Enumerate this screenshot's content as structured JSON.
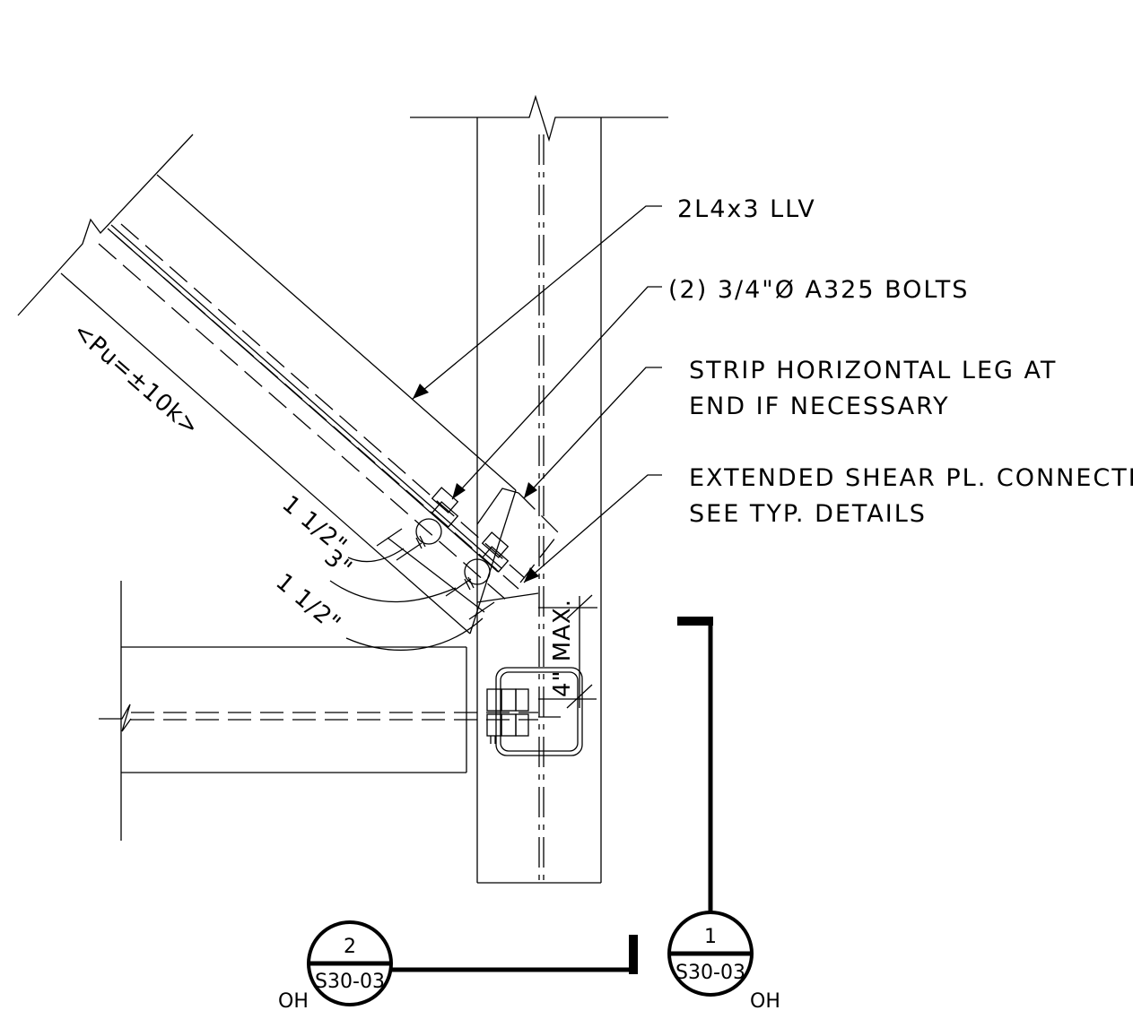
{
  "notes": {
    "brace_size": "2L4x3 LLV",
    "bolts": "(2) 3/4\"Ø A325 BOLTS",
    "strip_line1": "STRIP HORIZONTAL LEG AT",
    "strip_line2": "END IF NECESSARY",
    "shear_line1": "EXTENDED SHEAR PL. CONNECTION",
    "shear_line2": "SEE TYP. DETAILS"
  },
  "brace_force": "<Pu=±10k>",
  "dimensions": {
    "edge_top": "1 1/2\"",
    "spacing": "3\"",
    "edge_bottom": "1 1/2\"",
    "max_gap": "4\" MAX."
  },
  "section_markers": [
    {
      "number": "2",
      "sheet": "S30-03",
      "side": "OH"
    },
    {
      "number": "1",
      "sheet": "S30-03",
      "side": "OH"
    }
  ]
}
